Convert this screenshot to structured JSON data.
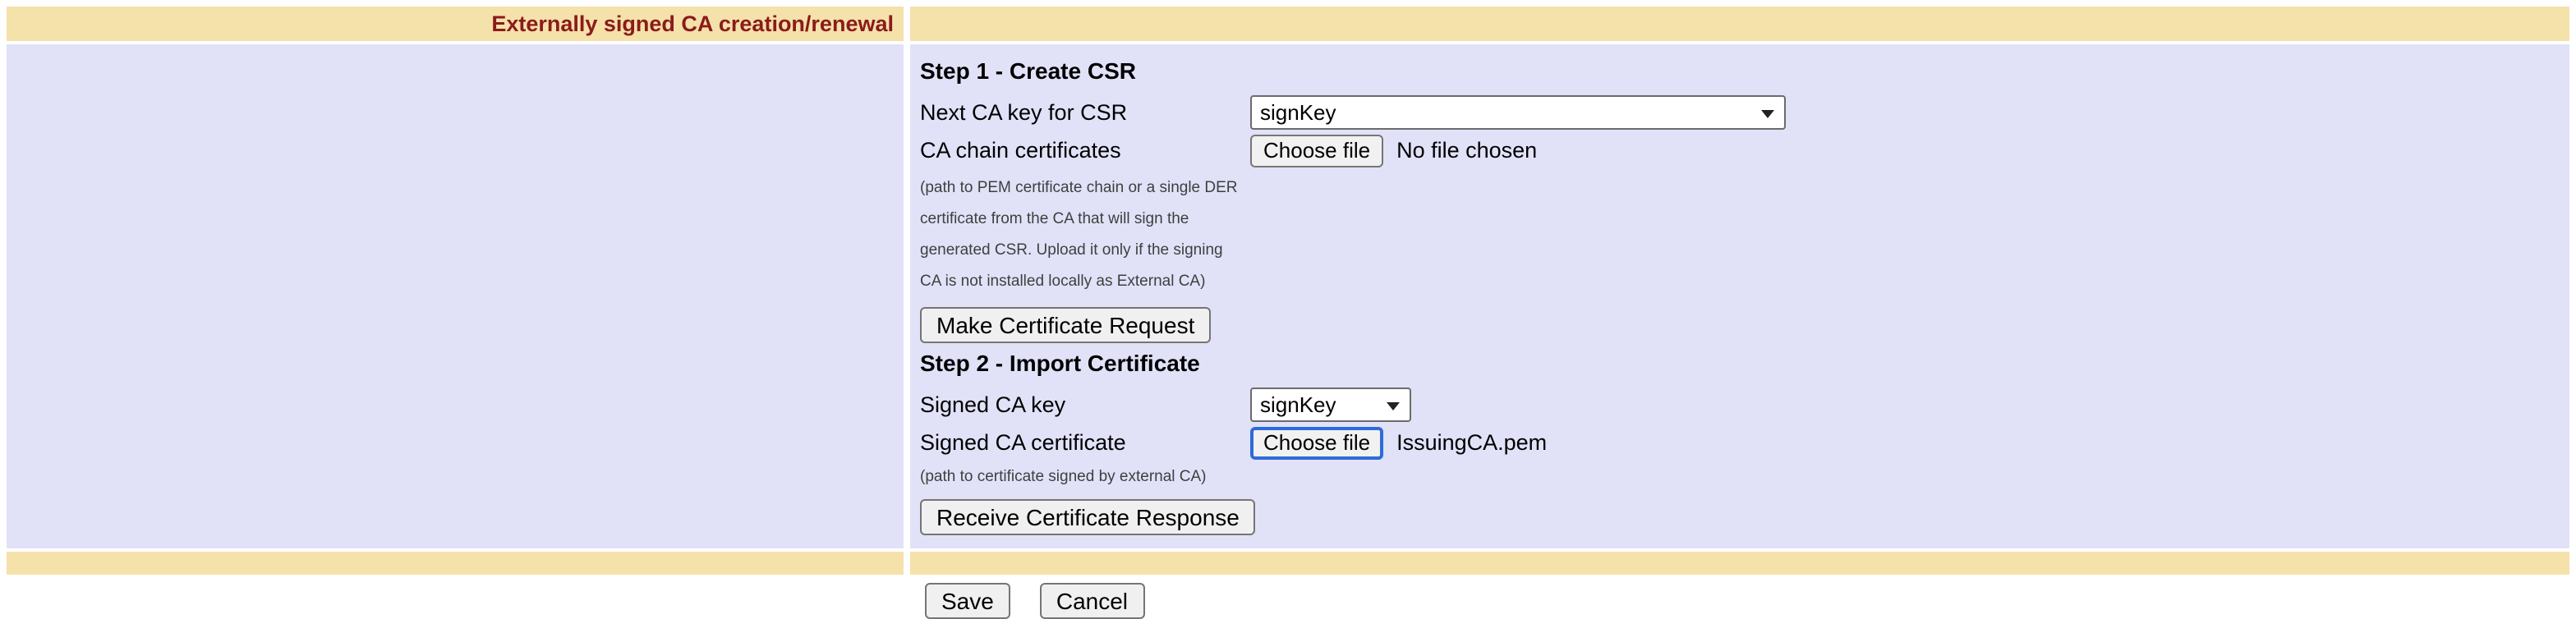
{
  "colors": {
    "header_bg": "#f5e1aa",
    "panel_bg": "#e1e2f8",
    "title_color": "#8b1b1b"
  },
  "header": {
    "title": "Externally signed CA creation/renewal"
  },
  "step1": {
    "heading": "Step 1 - Create CSR",
    "next_ca_key_label": "Next CA key for CSR",
    "next_ca_key_value": "signKey",
    "ca_chain_label": "CA chain certificates",
    "ca_chain_file_button": "Choose file",
    "ca_chain_file_status": "No file chosen",
    "ca_chain_hint_lines": [
      "(path to PEM certificate chain or a single DER",
      "certificate from the CA that will sign the",
      "generated CSR. Upload it only if the signing",
      "CA is not installed locally as External CA)"
    ],
    "make_request_button": "Make Certificate Request"
  },
  "step2": {
    "heading": "Step 2 - Import Certificate",
    "signed_key_label": "Signed CA key",
    "signed_key_value": "signKey",
    "signed_cert_label": "Signed CA certificate",
    "signed_cert_file_button": "Choose file",
    "signed_cert_file_name": "IssuingCA.pem",
    "signed_cert_hint": "(path to certificate signed by external CA)",
    "receive_button": "Receive Certificate Response"
  },
  "footer": {
    "save_label": "Save",
    "cancel_label": "Cancel"
  }
}
